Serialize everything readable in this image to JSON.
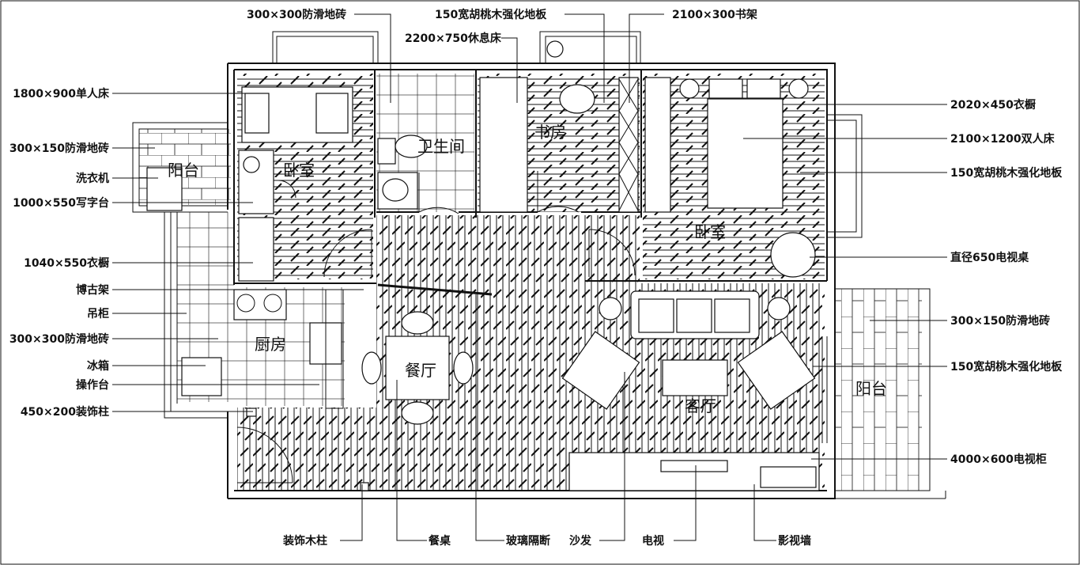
{
  "left_labels": [
    "1800×900单人床",
    "300×150防滑地砖",
    "洗衣机",
    "1000×550写字台",
    "1040×550衣橱",
    "博古架",
    "吊柜",
    "300×300防滑地砖",
    "冰箱",
    "操作台",
    "450×200装饰柱"
  ],
  "right_labels": [
    "2020×450衣橱",
    "2100×1200双人床",
    "150宽胡桃木强化地板",
    "直径650电视桌",
    "300×150防滑地砖",
    "150宽胡桃木强化地板",
    "4000×600电视柜"
  ],
  "top_labels": [
    "300×300防滑地砖",
    "150宽胡桃木强化地板",
    "2100×300书架",
    "2200×750休息床"
  ],
  "bottom_labels": [
    "装饰木柱",
    "餐桌",
    "玻璃隔断",
    "沙发",
    "电视",
    "影视墙"
  ],
  "rooms": {
    "balcony_left": "阳台",
    "bedroom_small": "卧室",
    "bathroom": "卫生间",
    "study": "书房",
    "bedroom_master": "卧室",
    "kitchen": "厨房",
    "dining": "餐厅",
    "living": "客厅",
    "balcony_right": "阳台"
  }
}
